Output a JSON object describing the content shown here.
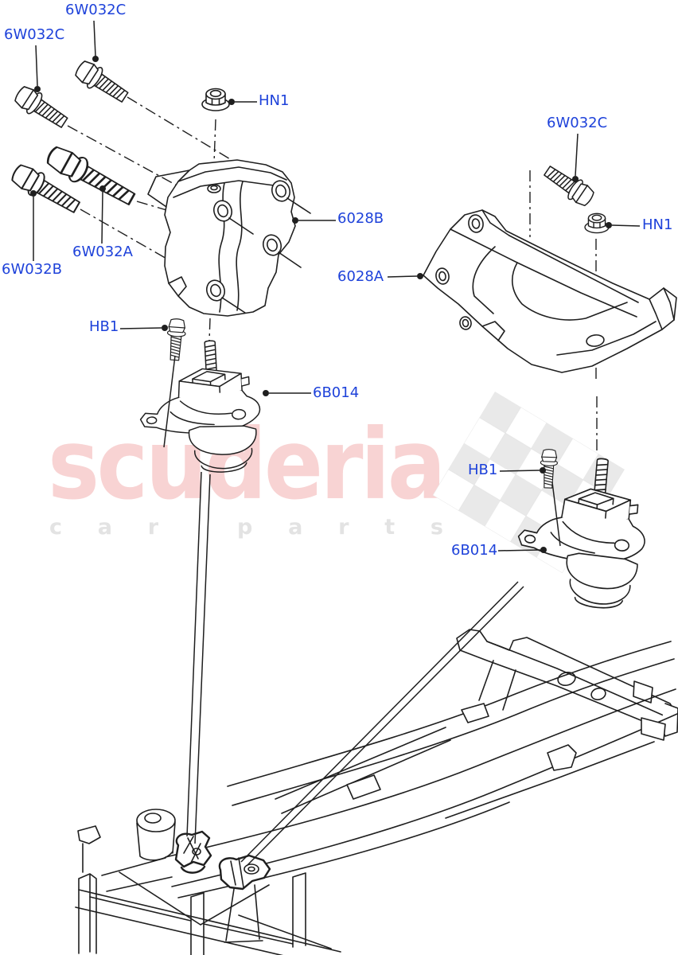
{
  "colors": {
    "label_blue": "#1e42da",
    "line_dark": "#1f1f1f",
    "watermark_pink": "#f8d3d3",
    "watermark_gray": "#e3e3e3",
    "checker_gray": "#e9e9e9",
    "background": "#ffffff"
  },
  "watermark": {
    "primary": "scuderia",
    "secondary": "car parts"
  },
  "callouts": [
    {
      "text": "6W032C"
    },
    {
      "text": "6W032C"
    },
    {
      "text": "HN1"
    },
    {
      "text": "6028B"
    },
    {
      "text": "6W032A"
    },
    {
      "text": "6W032B"
    },
    {
      "text": "6028A"
    },
    {
      "text": "HB1"
    },
    {
      "text": "6B014"
    },
    {
      "text": "6W032C"
    },
    {
      "text": "HN1"
    },
    {
      "text": "HB1"
    },
    {
      "text": "6B014"
    }
  ]
}
